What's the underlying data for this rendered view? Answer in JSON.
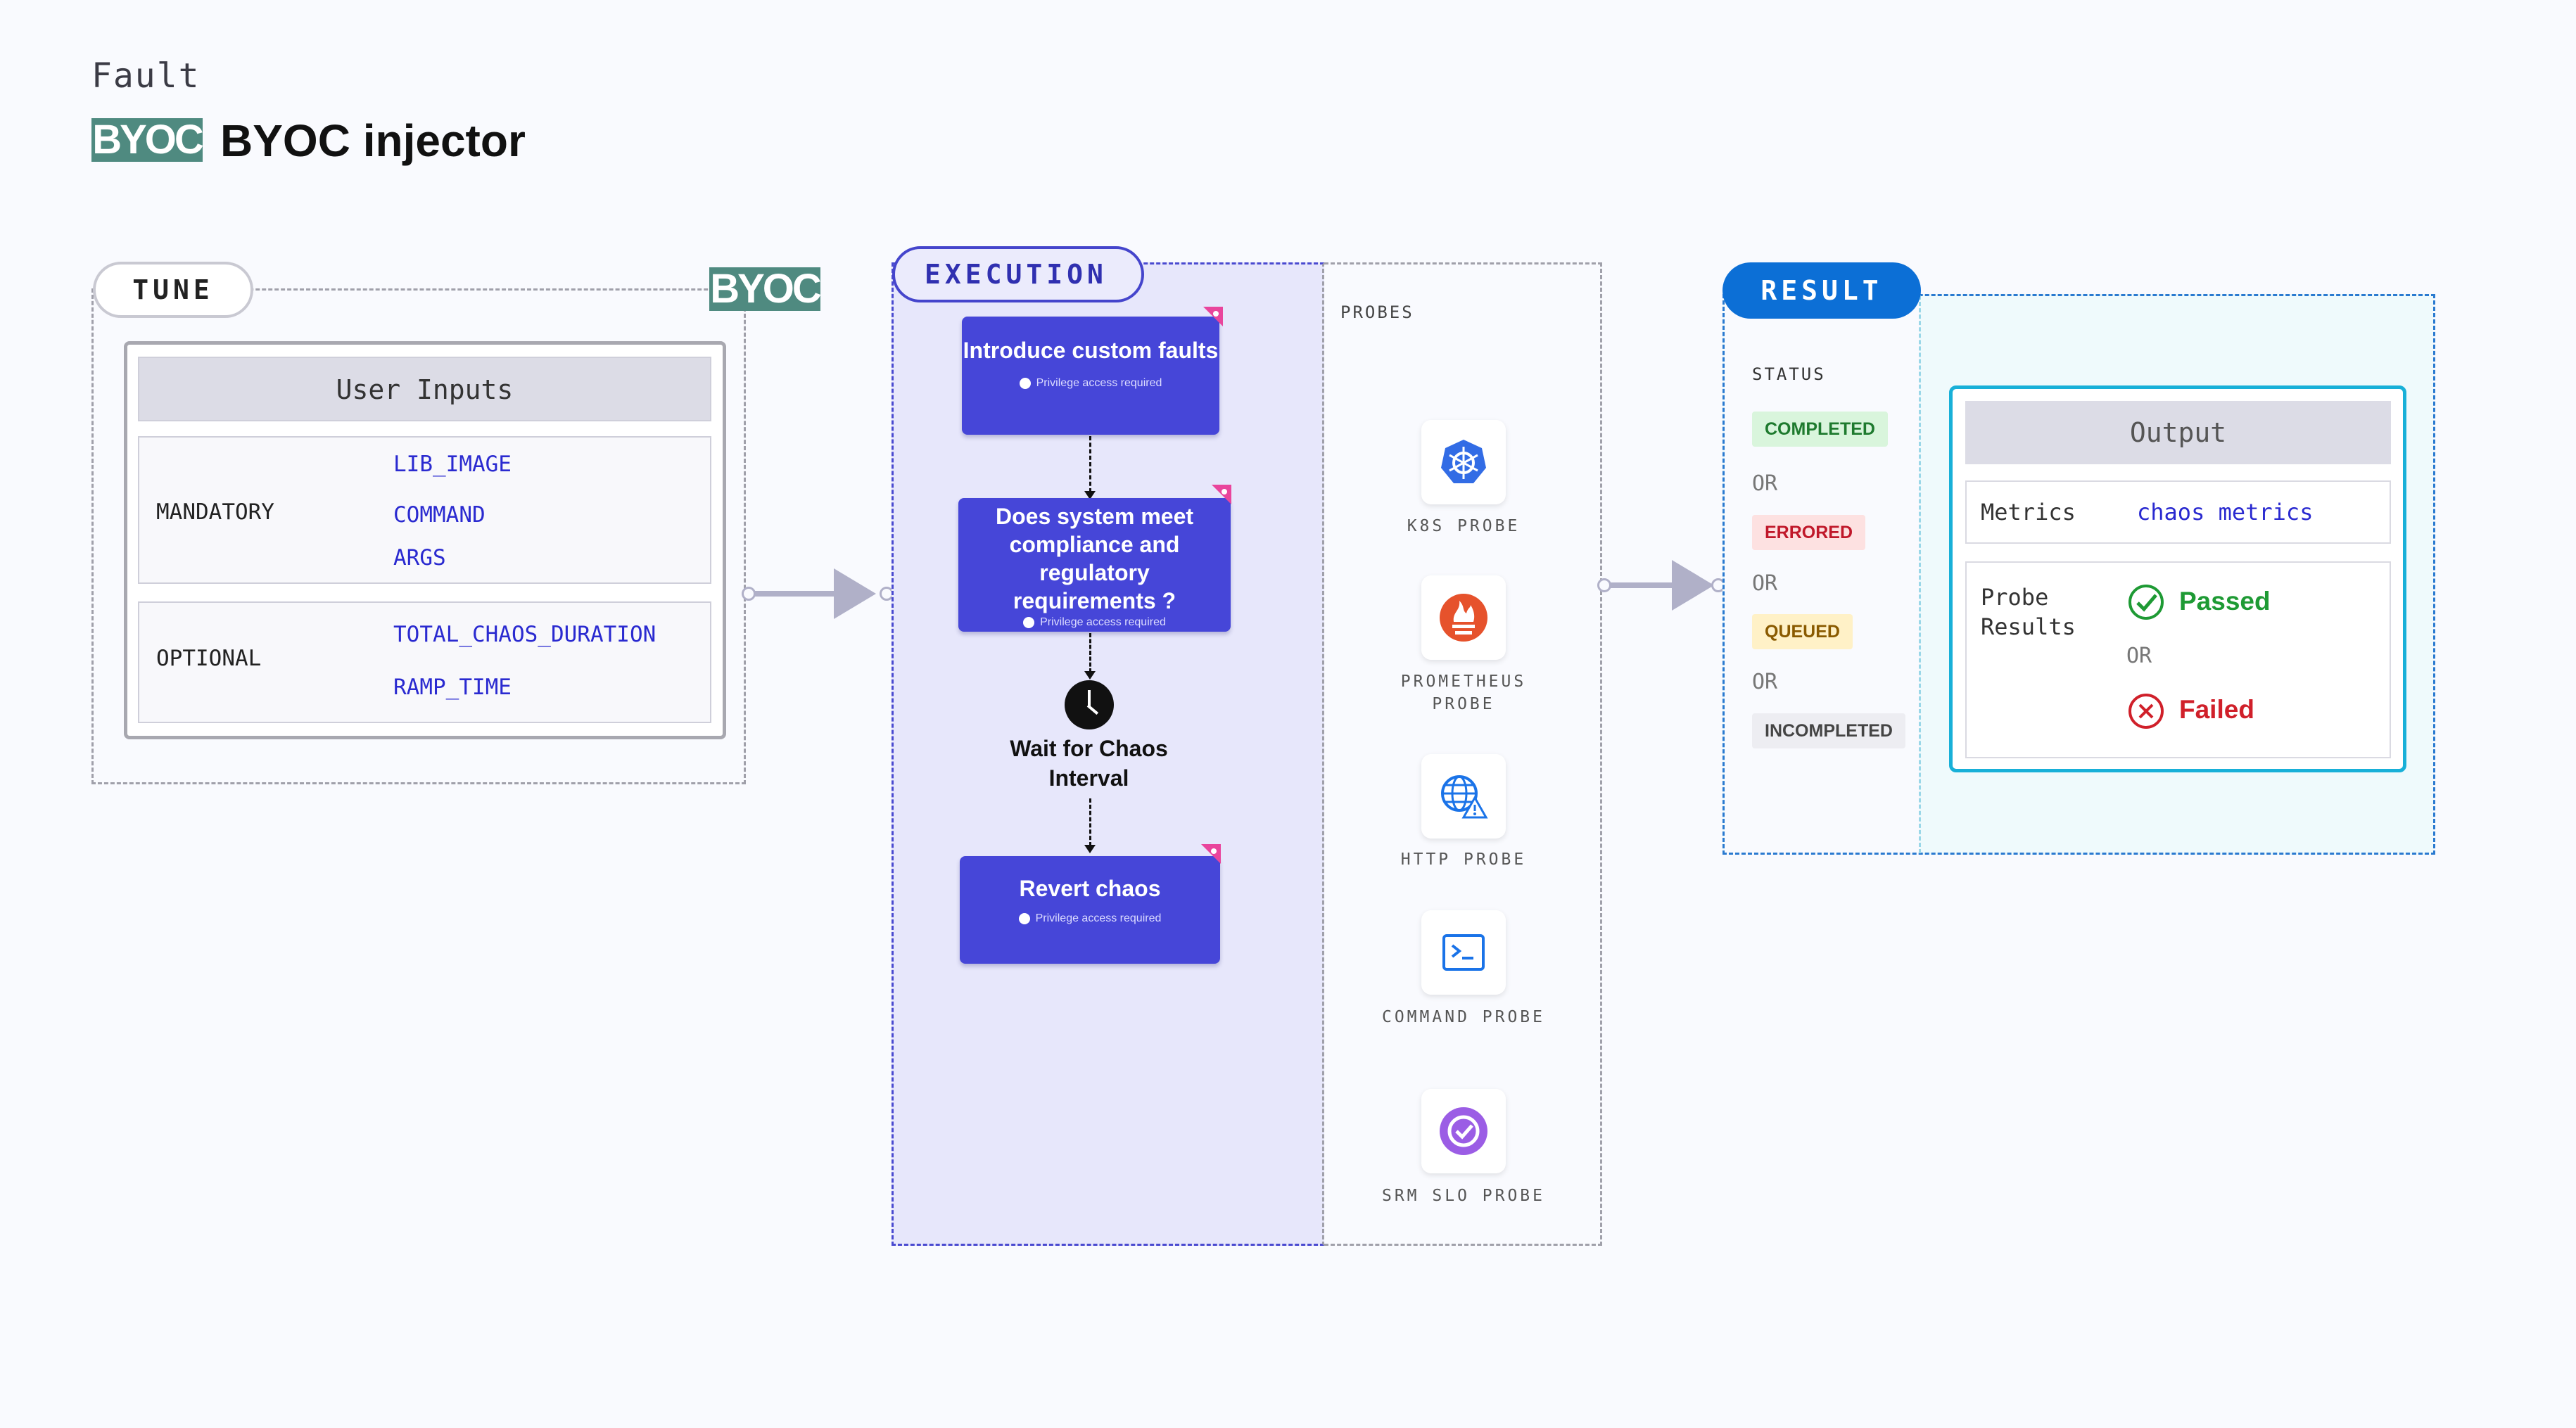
{
  "header": {
    "section_label": "Fault",
    "badge": "BYOC",
    "title": "BYOC injector"
  },
  "tune": {
    "pill": "TUNE",
    "badge": "BYOC",
    "panel_title": "User Inputs",
    "mandatory": {
      "label": "MANDATORY",
      "params": [
        "LIB_IMAGE",
        "COMMAND",
        "ARGS"
      ]
    },
    "optional": {
      "label": "OPTIONAL",
      "params": [
        "TOTAL_CHAOS_DURATION",
        "RAMP_TIME"
      ]
    }
  },
  "execution": {
    "pill": "EXECUTION",
    "steps": [
      {
        "title": "Introduce custom faults",
        "note": "Privilege access required"
      },
      {
        "title": "Does system meet compliance and regulatory requirements ?",
        "note": "Privilege access required"
      },
      {
        "title": "Wait for Chaos Interval"
      },
      {
        "title": "Revert chaos",
        "note": "Privilege access required"
      }
    ]
  },
  "probes": {
    "title": "PROBES",
    "items": [
      {
        "label": "K8S PROBE",
        "icon": "kubernetes-icon",
        "color": "#326ce5"
      },
      {
        "label": "PROMETHEUS PROBE",
        "icon": "prometheus-icon",
        "color": "#e6522c"
      },
      {
        "label": "HTTP PROBE",
        "icon": "globe-warning-icon",
        "color": "#1a73e8"
      },
      {
        "label": "COMMAND PROBE",
        "icon": "terminal-icon",
        "color": "#1a73e8"
      },
      {
        "label": "SRM SLO PROBE",
        "icon": "srm-slo-icon",
        "color": "#9b5de5"
      }
    ]
  },
  "result": {
    "pill": "RESULT",
    "status_title": "STATUS",
    "statuses": [
      {
        "label": "COMPLETED",
        "bg": "#d9f5dc",
        "fg": "#1e7a2e"
      },
      {
        "label": "ERRORED",
        "bg": "#fde1e1",
        "fg": "#c0182a"
      },
      {
        "label": "QUEUED",
        "bg": "#fff1c7",
        "fg": "#8a5a00"
      },
      {
        "label": "INCOMPLETED",
        "bg": "#ededf2",
        "fg": "#444444"
      }
    ],
    "or_text": "OR",
    "output": {
      "title": "Output",
      "metrics_label": "Metrics",
      "metrics_value": "chaos metrics",
      "probe_label": "Probe Results",
      "passed": "Passed",
      "or_text": "OR",
      "failed": "Failed"
    }
  },
  "colors": {
    "byoc_green": "#4f8a80",
    "execution_blue": "#4646d8",
    "result_blue": "#0c6fd6",
    "output_cyan": "#18b0d8",
    "param_blue": "#2a2ad0"
  }
}
